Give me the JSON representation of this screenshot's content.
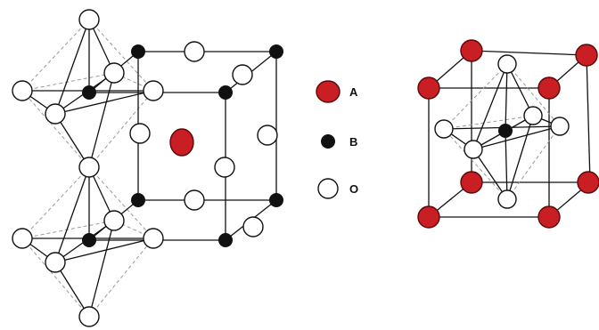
{
  "legend": {
    "items": [
      {
        "label": "A",
        "atom": "A"
      },
      {
        "label": "B",
        "atom": "B"
      },
      {
        "label": "O",
        "atom": "O"
      }
    ]
  },
  "atom_colors": {
    "A": "#c81e24",
    "B": "#111111",
    "O": "#ffffff",
    "outline": "#111111",
    "bond_dashed": "#999999"
  }
}
